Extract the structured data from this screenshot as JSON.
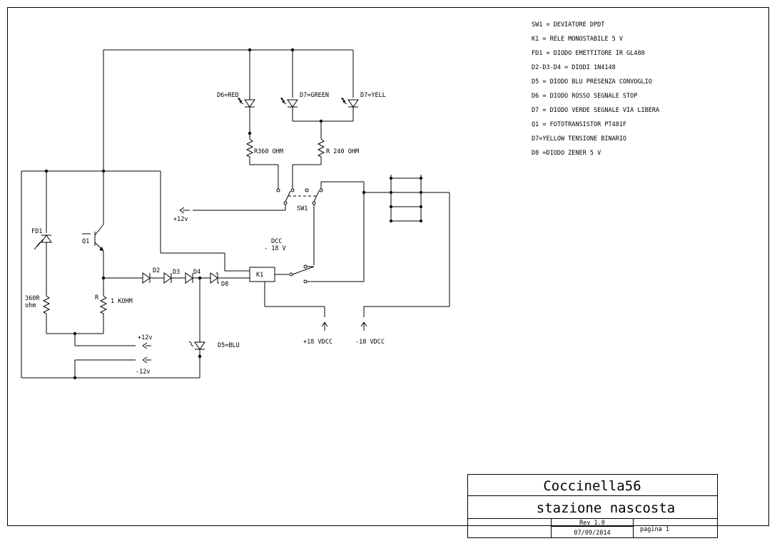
{
  "notes": [
    "SW1 = DEVIATORE DPDT",
    "K1  = RELE MONOSTABILE 5  V",
    "FD1 = DIODO EMETTITORE IR GL480",
    "D2-D3-D4 = DIODI 1N4148",
    "D5 =   DIODO BLU PRESENZA CONVOGLIO",
    "D6 =   DIODO ROSSO SEGNALE STOP",
    "D7 =   DIODO VERDE SEGNALE VIA LIBERA",
    "Q1 = FOTOTRANSISTOR PT481F",
    "D7=YELLOW TENSIONE BINARIO",
    "D8 =DIODO ZENER 5 V"
  ],
  "labels": {
    "d6": "D6=RED",
    "d7g": "D7=GREEN",
    "d7y": "D7=YELL",
    "r360": "R360 OHM",
    "r240": "R 240 OHM",
    "plus12_sw": "+12v",
    "sw1": "SW1",
    "dcc": "DCC",
    "dcc_v": "- 18 V",
    "k1": "K1",
    "fd1": "FD1",
    "q1": "Q1",
    "d2": "D2",
    "d3": "D3",
    "d4": "D4",
    "d8": "D8",
    "r_left_1": "360R",
    "r_left_2": "ohm",
    "r_1k_a": "R",
    "r_1k_b": "1 KOHM",
    "plus12_in": "+12v",
    "minus12_in": "-12v",
    "d5": "D5=BLU",
    "plus18": "+18 VDCC",
    "minus18": "-18 VDCC"
  },
  "title_block": {
    "title": "Coccinella56",
    "subtitle": "stazione nascosta",
    "rev": "Rev 1.0",
    "date": "07/09/2014",
    "page": "pagina 1"
  }
}
